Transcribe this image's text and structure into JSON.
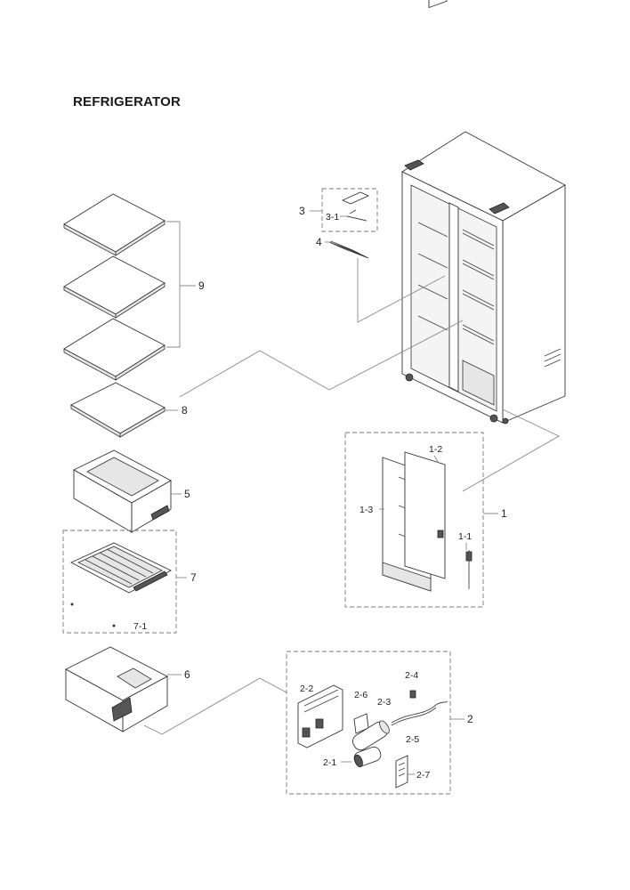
{
  "title": "REFRIGERATOR",
  "callouts": {
    "c1": "1",
    "c1_1": "1-1",
    "c1_2": "1-2",
    "c1_3": "1-3",
    "c2": "2",
    "c2_1": "2-1",
    "c2_2": "2-2",
    "c2_3": "2-3",
    "c2_4": "2-4",
    "c2_5": "2-5",
    "c2_6": "2-6",
    "c2_7": "2-7",
    "c3": "3",
    "c3_1": "3-1",
    "c4": "4",
    "c5": "5",
    "c6": "6",
    "c7": "7",
    "c7_1": "7-1",
    "c8": "8",
    "c9": "9"
  }
}
